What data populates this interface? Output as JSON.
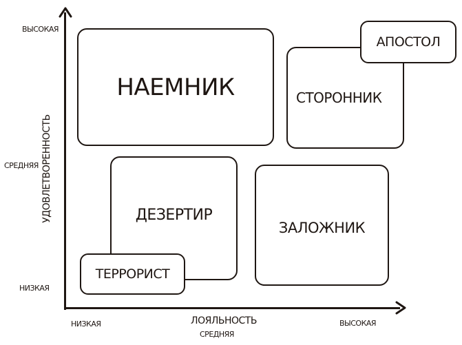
{
  "diagram": {
    "y_axis": {
      "title": "УДОВЛЕТВОРЕННОСТЬ",
      "ticks": [
        "ВЫСОКАЯ",
        "СРЕДНЯЯ",
        "НИЗКАЯ"
      ]
    },
    "x_axis": {
      "title": "ЛОЯЛЬНОСТЬ",
      "ticks": [
        "НИЗКАЯ",
        "СРЕДНЯЯ",
        "ВЫСОКАЯ"
      ]
    },
    "boxes": [
      {
        "label": "НАЕМНИК"
      },
      {
        "label": "СТОРОННИК"
      },
      {
        "label": "АПОСТОЛ"
      },
      {
        "label": "ДЕЗЕРТИР"
      },
      {
        "label": "ЗАЛОЖНИК"
      },
      {
        "label": "ТЕРРОРИСТ"
      }
    ],
    "colors": {
      "ink": "#1e1612",
      "background": "#ffffff"
    }
  }
}
